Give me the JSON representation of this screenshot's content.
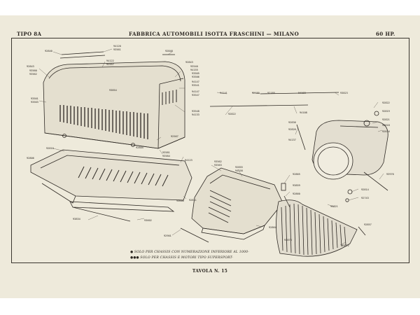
{
  "header": {
    "left": "TIPO 8A",
    "center": "FABBRICA AUTOMOBILI ISOTTA FRASCHINI — MILANO",
    "right": "60 HP."
  },
  "notes": [
    "● SOLO PER CHASSIS CON NUMERAZIONE INFERIORE AL 1000-",
    "●●● SOLO PER CHASSIS E MOTORI TIPO SUPERSPORT-"
  ],
  "footer": "TAVOLA N. 15",
  "part_numbers": [
    {
      "id": "p1",
      "text": "92840"
    },
    {
      "id": "p2",
      "text": "94120"
    },
    {
      "id": "p3",
      "text": "93561"
    },
    {
      "id": "p4",
      "text": "92848"
    },
    {
      "id": "p5",
      "text": "94122"
    },
    {
      "id": "p6",
      "text": "92557"
    },
    {
      "id": "p7",
      "text": "92843"
    },
    {
      "id": "p8",
      "text": "93540"
    },
    {
      "id": "p9",
      "text": "94155"
    },
    {
      "id": "p10",
      "text": "93505"
    },
    {
      "id": "p11",
      "text": "93506"
    },
    {
      "id": "p12",
      "text": "94147"
    },
    {
      "id": "p13",
      "text": "93541"
    },
    {
      "id": "p14",
      "text": "92843"
    },
    {
      "id": "p15",
      "text": "93560"
    },
    {
      "id": "p16",
      "text": "93562"
    },
    {
      "id": "p17",
      "text": "94147"
    },
    {
      "id": "p18",
      "text": "93547"
    },
    {
      "id": "p19",
      "text": "93548"
    },
    {
      "id": "p20",
      "text": "94133"
    },
    {
      "id": "p21",
      "text": "93501"
    },
    {
      "id": "p22",
      "text": "93503"
    },
    {
      "id": "p23",
      "text": "92567"
    },
    {
      "id": "p24",
      "text": "93581"
    },
    {
      "id": "p25",
      "text": "93584"
    },
    {
      "id": "p26",
      "text": "94123"
    },
    {
      "id": "p27",
      "text": "92810"
    },
    {
      "id": "p28",
      "text": "92806"
    },
    {
      "id": "p29",
      "text": "92804"
    },
    {
      "id": "p30",
      "text": "92811"
    },
    {
      "id": "p31",
      "text": "93562"
    },
    {
      "id": "p32",
      "text": "93563"
    },
    {
      "id": "p33",
      "text": "92855"
    },
    {
      "id": "p34",
      "text": "94158"
    },
    {
      "id": "p35",
      "text": "94141"
    },
    {
      "id": "p36",
      "text": "92180"
    },
    {
      "id": "p37",
      "text": "92185"
    },
    {
      "id": "p38",
      "text": "94103"
    },
    {
      "id": "p39",
      "text": "94108"
    },
    {
      "id": "p40",
      "text": "93823"
    },
    {
      "id": "p41",
      "text": "92822"
    },
    {
      "id": "p42",
      "text": "92836"
    },
    {
      "id": "p43",
      "text": "92826"
    },
    {
      "id": "p44",
      "text": "92822"
    },
    {
      "id": "p45",
      "text": "92819"
    },
    {
      "id": "p46",
      "text": "92821"
    },
    {
      "id": "p47",
      "text": "92818"
    },
    {
      "id": "p48",
      "text": "92816"
    },
    {
      "id": "p49",
      "text": "94137"
    },
    {
      "id": "p50",
      "text": "93976"
    },
    {
      "id": "p51",
      "text": "92814"
    },
    {
      "id": "p52",
      "text": "92743"
    },
    {
      "id": "p53",
      "text": "93821"
    },
    {
      "id": "p54",
      "text": "93872"
    },
    {
      "id": "p55",
      "text": "93873"
    },
    {
      "id": "p56",
      "text": "92865"
    },
    {
      "id": "p57",
      "text": "93859"
    },
    {
      "id": "p58",
      "text": "92860"
    },
    {
      "id": "p59",
      "text": "92857"
    },
    {
      "id": "p60",
      "text": "92864"
    },
    {
      "id": "p61",
      "text": "93606"
    },
    {
      "id": "p62",
      "text": "93834"
    },
    {
      "id": "p63",
      "text": "93602"
    },
    {
      "id": "p64",
      "text": "92901"
    },
    {
      "id": "p65",
      "text": "93854"
    }
  ]
}
